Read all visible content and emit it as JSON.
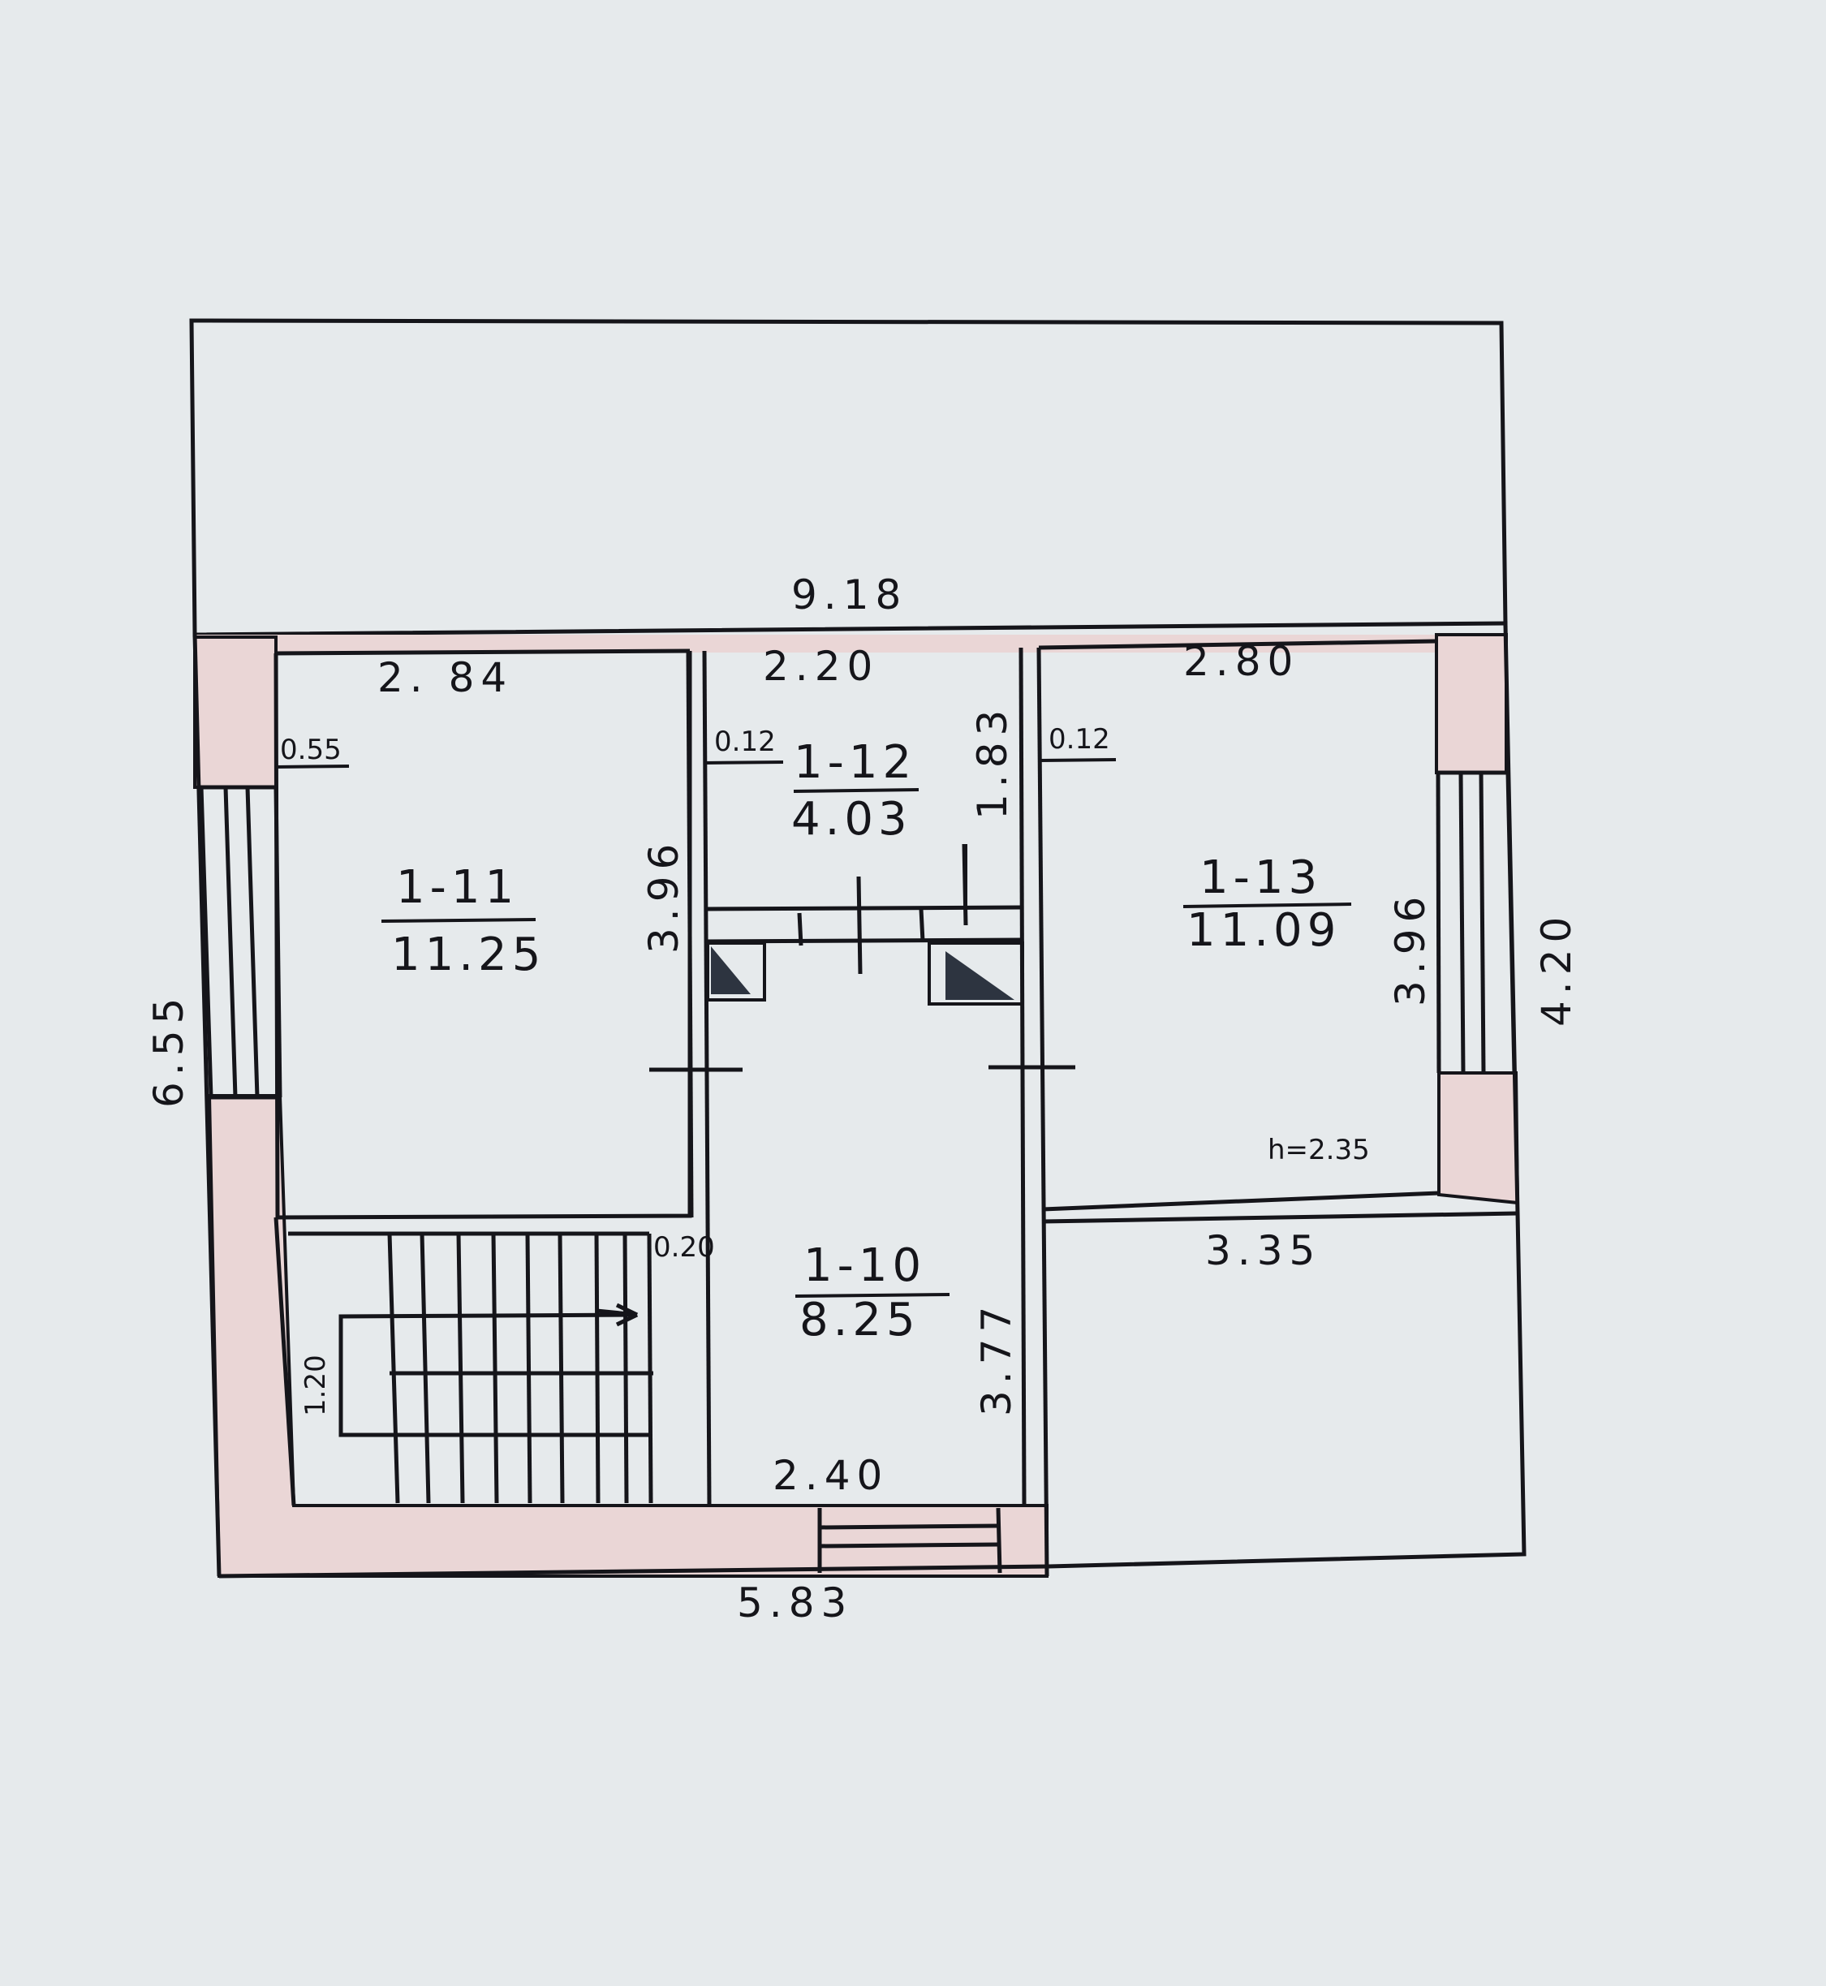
{
  "colors": {
    "paper": "#e6eaec",
    "wall_fill": "#ead6d6",
    "ink": "#15151a",
    "chimney": "#2d3440"
  },
  "rooms": {
    "r11": {
      "number": "1-11",
      "area": "11.25"
    },
    "r12": {
      "number": "1-12",
      "area": "4.03"
    },
    "r13": {
      "number": "1-13",
      "area": "11.09"
    },
    "r10": {
      "number": "1-10",
      "area": "8.25"
    }
  },
  "dimensions": {
    "top_total": "9.18",
    "room11_width": "2. 84",
    "room12_width": "2.20",
    "room13_width": "2.80",
    "room11_offset": "0.55",
    "room12_offset": "0.12",
    "room13_offset": "0.12",
    "room11_height": "3.96",
    "room12_height": "1.83",
    "room13_height": "3.96",
    "left_total": "6.55",
    "right_total": "4.20",
    "ceiling_height": "h=2.35",
    "wall_thickness": "0.20",
    "stair_width": "1.20",
    "room10_height": "3.77",
    "room10_width": "2.40",
    "right_bottom": "3.35",
    "bottom_total": "5.83"
  },
  "icons": {
    "window": "window-icon",
    "door": "door-icon",
    "stairs": "stairs-icon",
    "chimney": "chimney-icon"
  }
}
